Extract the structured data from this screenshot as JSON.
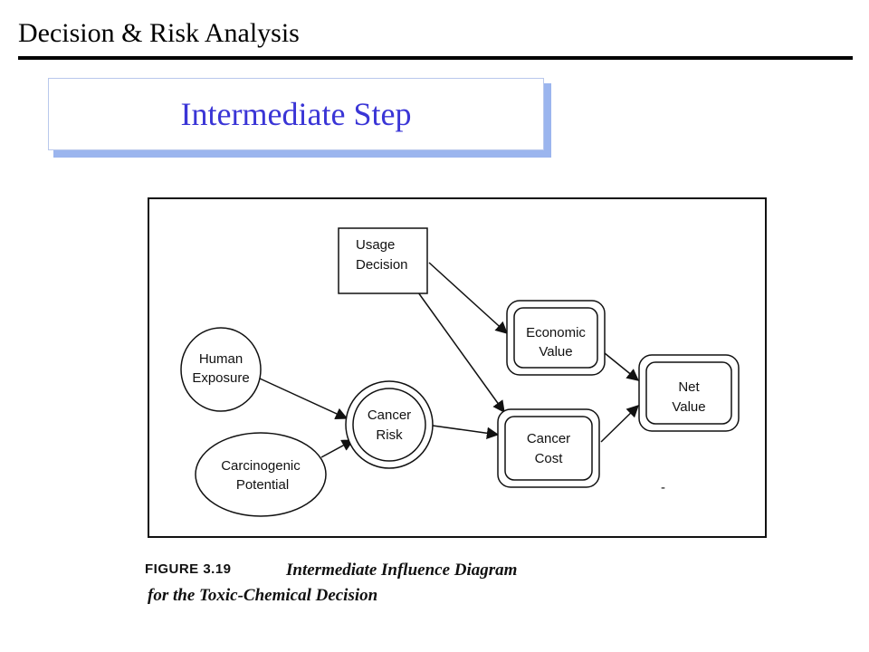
{
  "header": {
    "title": "Decision & Risk Analysis"
  },
  "slide": {
    "title": "Intermediate Step"
  },
  "figure": {
    "nodes": {
      "usage_decision": {
        "line1": "Usage",
        "line2": "Decision",
        "shape": "rectangle"
      },
      "economic_value": {
        "line1": "Economic",
        "line2": "Value",
        "shape": "double-rounded-rectangle"
      },
      "net_value": {
        "line1": "Net",
        "line2": "Value",
        "shape": "double-rounded-rectangle"
      },
      "human_exposure": {
        "line1": "Human",
        "line2": "Exposure",
        "shape": "ellipse"
      },
      "cancer_risk": {
        "line1": "Cancer",
        "line2": "Risk",
        "shape": "double-circle"
      },
      "cancer_cost": {
        "line1": "Cancer",
        "line2": "Cost",
        "shape": "double-rounded-rectangle"
      },
      "carcinogenic_potential": {
        "line1": "Carcinogenic",
        "line2": "Potential",
        "shape": "ellipse"
      }
    },
    "edges": [
      [
        "usage_decision",
        "economic_value"
      ],
      [
        "usage_decision",
        "cancer_cost"
      ],
      [
        "economic_value",
        "net_value"
      ],
      [
        "cancer_cost",
        "net_value"
      ],
      [
        "human_exposure",
        "cancer_risk"
      ],
      [
        "carcinogenic_potential",
        "cancer_risk"
      ],
      [
        "cancer_risk",
        "cancer_cost"
      ]
    ],
    "stray_mark": "-",
    "caption": {
      "label": "FIGURE 3.19",
      "line1": "Intermediate Influence Diagram",
      "line2": "for the Toxic-Chemical Decision"
    }
  }
}
